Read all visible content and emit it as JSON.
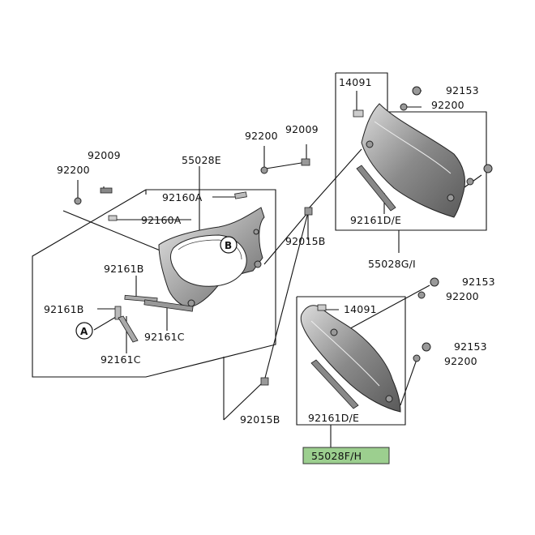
{
  "diagram": {
    "highlight_color": "#9ccf8f",
    "callouts": {
      "A": "A",
      "B": "B"
    },
    "labels": {
      "p92009_left": "92009",
      "p92200_left": "92200",
      "p55028E": "55028E",
      "p92200_top": "92200",
      "p92009_top": "92009",
      "p92160A_1": "92160A",
      "p92160A_2": "92160A",
      "p92161B_1": "92161B",
      "p92161B_2": "92161B",
      "p92161C_1": "92161C",
      "p92161C_2": "92161C",
      "p92015B_1": "92015B",
      "p92015B_2": "92015B",
      "p14091_top": "14091",
      "p92153_top": "92153",
      "p92200_topright": "92200",
      "p92161DE_top": "92161D/E",
      "p55028GI": "55028G/I",
      "p14091_bottom": "14091",
      "p92153_mid": "92153",
      "p92200_mid": "92200",
      "p92153_low": "92153",
      "p92200_low": "92200",
      "p92161DE_bottom": "92161D/E",
      "p55028FH": "55028F/H"
    }
  }
}
